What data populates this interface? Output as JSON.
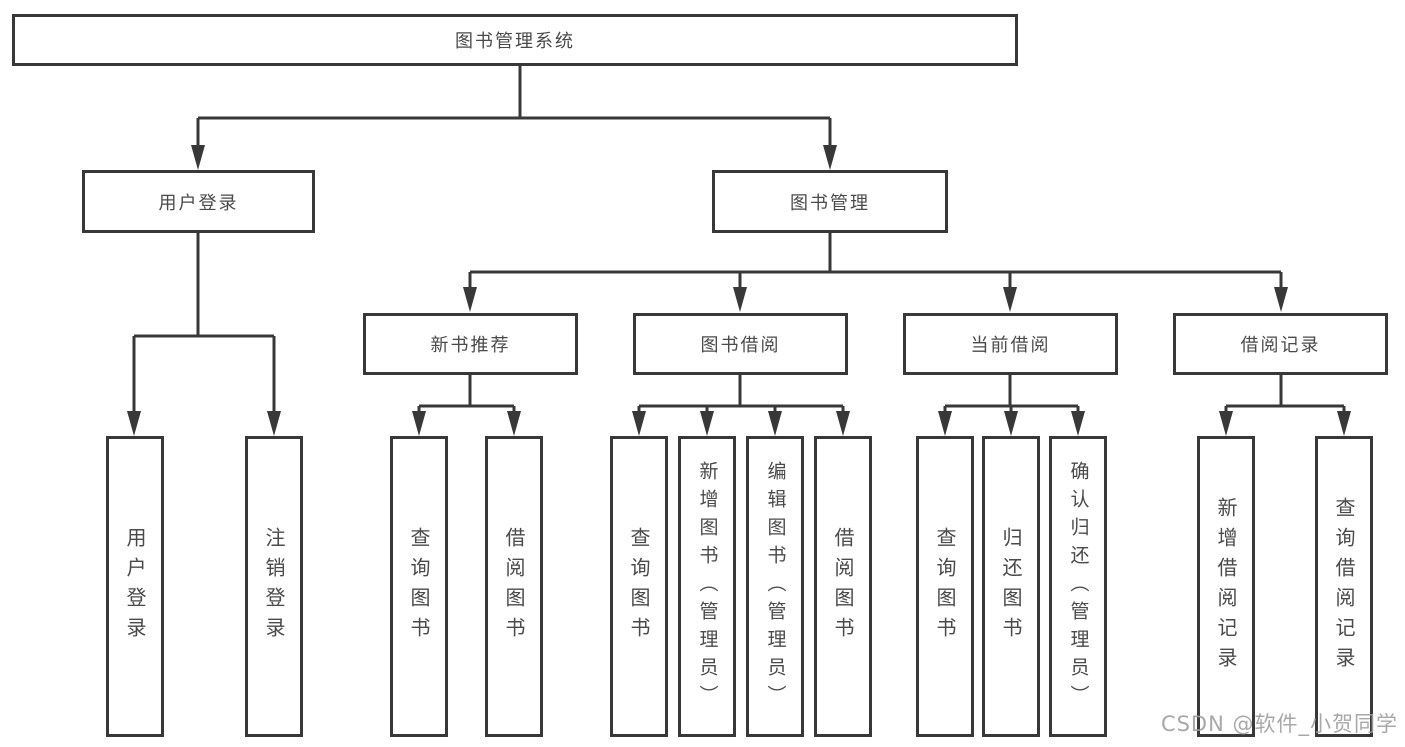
{
  "colors": {
    "line": "#383838",
    "box_border": "#383838",
    "text": "#4a4a4a",
    "background": "#ffffff",
    "watermark": "#9e9e9e"
  },
  "diagram": {
    "root": {
      "label": "图书管理系统"
    },
    "branches": [
      {
        "label": "用户登录",
        "children": [
          {
            "label": "用户登录"
          },
          {
            "label": "注销登录"
          }
        ]
      },
      {
        "label": "图书管理",
        "children": [
          {
            "label": "新书推荐",
            "children": [
              {
                "label": "查询图书"
              },
              {
                "label": "借阅图书"
              }
            ]
          },
          {
            "label": "图书借阅",
            "children": [
              {
                "label": "查询图书"
              },
              {
                "label": "新增图书（管理员）"
              },
              {
                "label": "编辑图书（管理员）"
              },
              {
                "label": "借阅图书"
              }
            ]
          },
          {
            "label": "当前借阅",
            "children": [
              {
                "label": "查询图书"
              },
              {
                "label": "归还图书"
              },
              {
                "label": "确认归还（管理员）"
              }
            ]
          },
          {
            "label": "借阅记录",
            "children": [
              {
                "label": "新增借阅记录"
              },
              {
                "label": "查询借阅记录"
              }
            ]
          }
        ]
      }
    ]
  },
  "watermark": {
    "text": "CSDN @软件_小贺同学"
  }
}
